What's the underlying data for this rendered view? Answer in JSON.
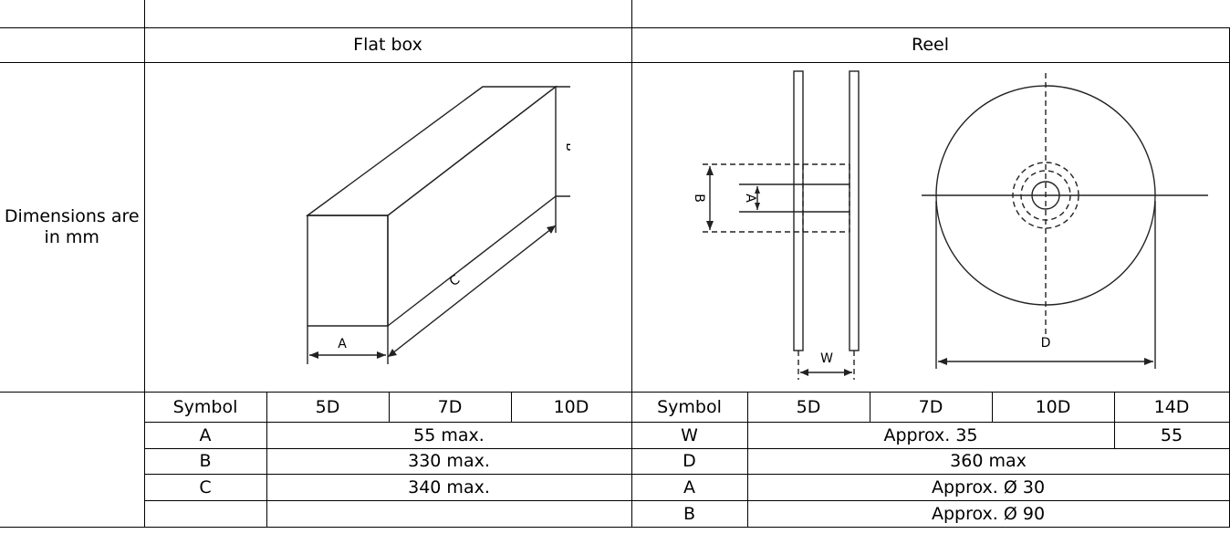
{
  "header": {
    "flat_box": "Flat box",
    "reel": "Reel"
  },
  "row_label": "Dimensions are in mm",
  "flat_box_drawing": {
    "label_a": "A",
    "label_b": "B",
    "label_c": "C"
  },
  "reel_drawing": {
    "label_a": "A",
    "label_b": "B",
    "label_w": "W",
    "label_d": "D"
  },
  "flat_box_table": {
    "columns": [
      "Symbol",
      "5D",
      "7D",
      "10D"
    ],
    "rows": [
      {
        "symbol": "A",
        "value": "55 max."
      },
      {
        "symbol": "B",
        "value": "330 max."
      },
      {
        "symbol": "C",
        "value": "340 max."
      },
      {
        "symbol": "",
        "value": ""
      }
    ]
  },
  "reel_table": {
    "columns": [
      "Symbol",
      "5D",
      "7D",
      "10D",
      "14D"
    ],
    "rows": [
      {
        "symbol": "W",
        "value": "Approx. 35",
        "value_14d": "55"
      },
      {
        "symbol": "D",
        "value": "360 max"
      },
      {
        "symbol": "A",
        "value": "Approx. Ø 30"
      },
      {
        "symbol": "B",
        "value": "Approx. Ø 90"
      }
    ]
  }
}
